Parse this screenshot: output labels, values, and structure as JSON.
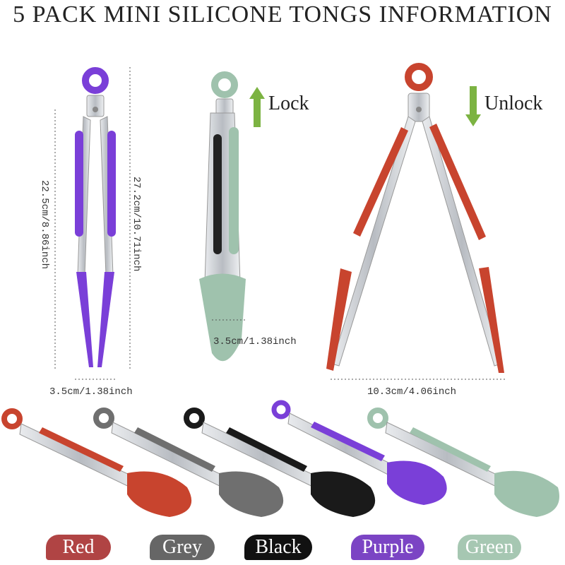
{
  "title": "5 PACK MINI SILICONE TONGS INFORMATION",
  "dimensions": {
    "closed_length": "22.5cm/8.86inch",
    "open_length": "27.2cm/10.71inch",
    "head_width": "3.5cm/1.38inch",
    "head_width_side": "3.5cm/1.38inch",
    "open_width": "10.3cm/4.06inch"
  },
  "lock_label": "Lock",
  "unlock_label": "Unlock",
  "colors": [
    {
      "label": "Red",
      "hex": "#c8442e",
      "badge_hex": "#b04444"
    },
    {
      "label": "Grey",
      "hex": "#6f6f6f",
      "badge_hex": "#666666"
    },
    {
      "label": "Black",
      "hex": "#1a1a1a",
      "badge_hex": "#111111"
    },
    {
      "label": "Purple",
      "hex": "#7a3fd8",
      "badge_hex": "#7b44c4"
    },
    {
      "label": "Green",
      "hex": "#9fc2ad",
      "badge_hex": "#a6c7b2"
    }
  ],
  "arrow_color": "#7cb342",
  "steel_color": "#c9ccd1"
}
